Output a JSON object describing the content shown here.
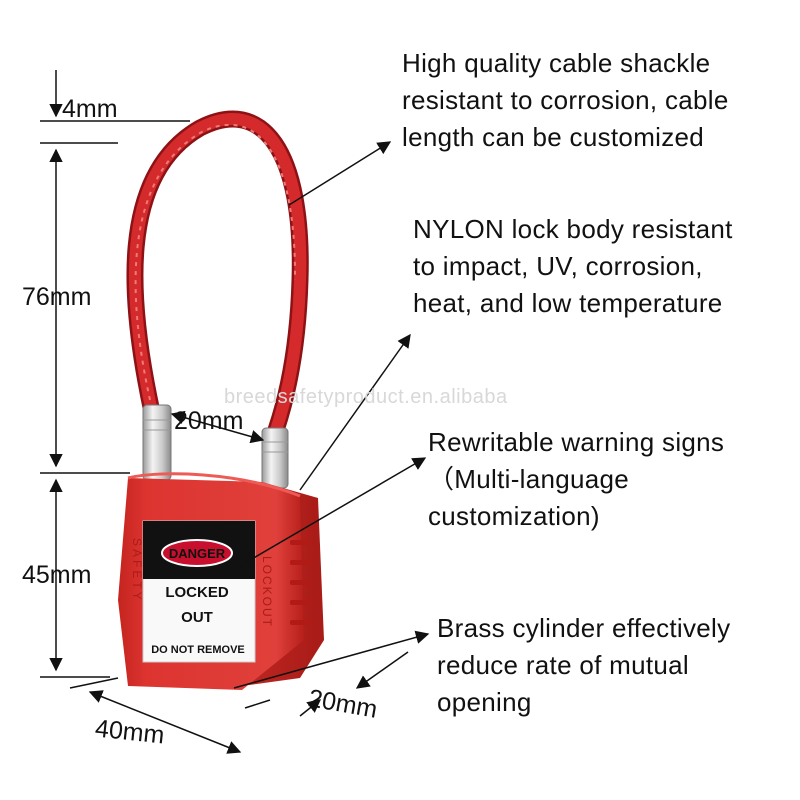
{
  "features": [
    {
      "lines": [
        "High quality cable shackle",
        "resistant to corrosion, cable",
        "length can be customized"
      ]
    },
    {
      "lines": [
        "NYLON lock body resistant",
        "to impact, UV, corrosion,",
        "heat, and low temperature"
      ]
    },
    {
      "lines": [
        "Rewritable warning signs",
        "（Multi-language",
        "customization)"
      ]
    },
    {
      "lines": [
        "Brass cylinder effectively",
        "reduce rate of mutual",
        "opening"
      ]
    }
  ],
  "dimensions": {
    "shackle_diameter": "4mm",
    "shackle_height": "76mm",
    "shackle_spacing": "20mm",
    "body_height": "45mm",
    "body_width": "40mm",
    "body_depth": "20mm"
  },
  "label": {
    "header": "DANGER",
    "line1": "LOCKED",
    "line2": "OUT",
    "line3": "DO NOT REMOVE",
    "side_left": "SAFETY",
    "side_right": "LOCKOUT"
  },
  "watermark": "breedsafetyproduct.en.alibaba",
  "colors": {
    "lock_body": "#d8302b",
    "cable": "#c41e22",
    "label_header": "#c8102e"
  }
}
